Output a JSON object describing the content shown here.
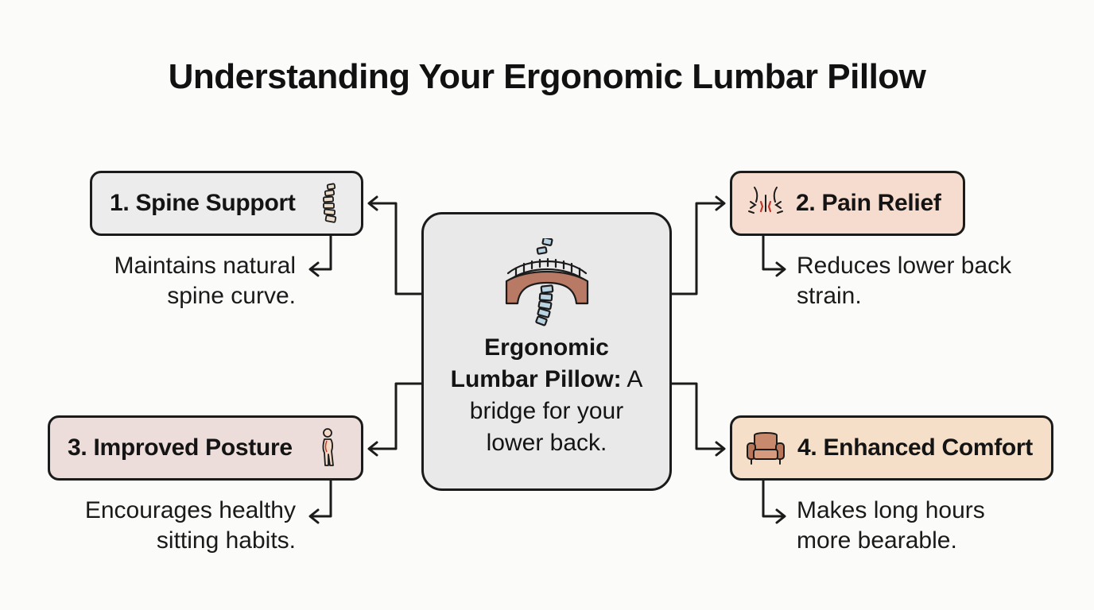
{
  "title": "Understanding Your Ergonomic Lumbar Pillow",
  "center": {
    "line1": "Ergonomic",
    "line2_bold": "Lumbar Pillow:",
    "line2_rest": " A",
    "line3": "bridge for your",
    "line4": "lower back.",
    "icon": "bridge-spine-icon"
  },
  "nodes": [
    {
      "label": "1. Spine Support",
      "icon": "spine-icon",
      "desc_lines": [
        "Maintains natural",
        "spine curve."
      ],
      "color": "#ececec"
    },
    {
      "label": "2. Pain Relief",
      "icon": "back-pain-icon",
      "desc_lines": [
        "Reduces lower back",
        "strain."
      ],
      "color": "#f6dccf"
    },
    {
      "label": "3. Improved Posture",
      "icon": "posture-person-icon",
      "desc_lines": [
        "Encourages healthy",
        "sitting habits."
      ],
      "color": "#ecdcda"
    },
    {
      "label": "4. Enhanced Comfort",
      "icon": "armchair-icon",
      "desc_lines": [
        "Makes long hours",
        "more bearable."
      ],
      "color": "#f6dfc8"
    }
  ],
  "colors": {
    "outline": "#1b1b1b",
    "bridge_brown": "#b87a64",
    "spine_blue": "#b9d3e3"
  }
}
